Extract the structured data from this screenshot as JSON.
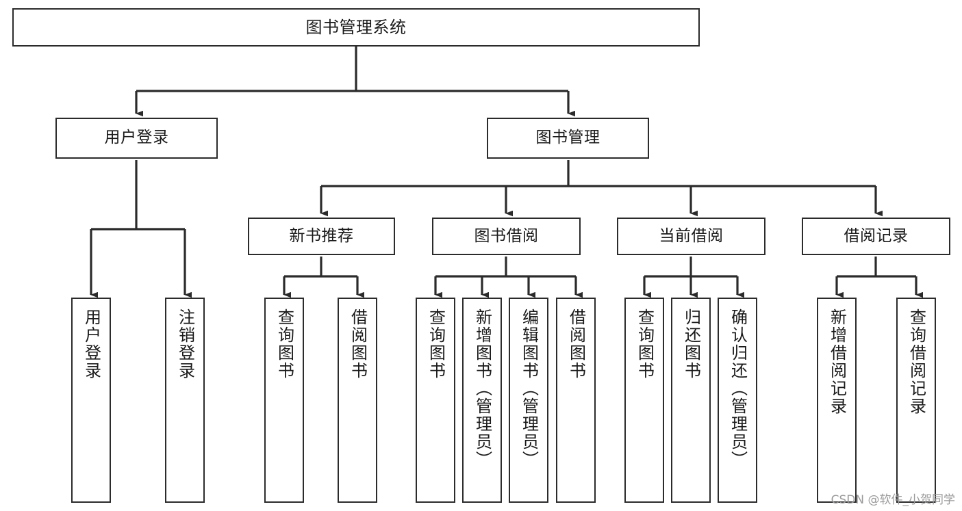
{
  "diagram": {
    "title": "图书管理系统",
    "type": "tree",
    "orientation": "top-down",
    "colors": {
      "border": "#2b2b2b",
      "fill": "#ffffff",
      "text": "#1a1a1a",
      "edge": "#2b2b2b",
      "watermark": "#9a9a9a"
    },
    "nodes": {
      "root": {
        "label": "图书管理系统",
        "level": 1
      },
      "level2": [
        {
          "id": "user-login",
          "label": "用户登录",
          "level": 2
        },
        {
          "id": "book-management",
          "label": "图书管理",
          "level": 2
        }
      ],
      "level3": [
        {
          "id": "new-book-recommend",
          "label": "新书推荐",
          "level": 3,
          "parent": "book-management"
        },
        {
          "id": "book-borrow",
          "label": "图书借阅",
          "level": 3,
          "parent": "book-management"
        },
        {
          "id": "current-borrow",
          "label": "当前借阅",
          "level": 3,
          "parent": "book-management"
        },
        {
          "id": "borrow-record",
          "label": "借阅记录",
          "level": 3,
          "parent": "book-management"
        }
      ],
      "leaves": [
        {
          "id": "leaf-user-login",
          "label": "用户登录",
          "parent": "user-login"
        },
        {
          "id": "leaf-user-logout",
          "label": "注销登录",
          "parent": "user-login"
        },
        {
          "id": "leaf-query-book-1",
          "label": "查询图书",
          "parent": "new-book-recommend"
        },
        {
          "id": "leaf-borrow-book-1",
          "label": "借阅图书",
          "parent": "new-book-recommend"
        },
        {
          "id": "leaf-query-book-2",
          "label": "查询图书",
          "parent": "book-borrow"
        },
        {
          "id": "leaf-add-book",
          "label": "新增图书（管理员）",
          "parent": "book-borrow"
        },
        {
          "id": "leaf-edit-book",
          "label": "编辑图书（管理员）",
          "parent": "book-borrow"
        },
        {
          "id": "leaf-borrow-book-2",
          "label": "借阅图书",
          "parent": "book-borrow"
        },
        {
          "id": "leaf-query-book-3",
          "label": "查询图书",
          "parent": "current-borrow"
        },
        {
          "id": "leaf-return-book",
          "label": "归还图书",
          "parent": "current-borrow"
        },
        {
          "id": "leaf-confirm-return",
          "label": "确认归还（管理员）",
          "parent": "current-borrow"
        },
        {
          "id": "leaf-add-record",
          "label": "新增借阅记录",
          "parent": "borrow-record"
        },
        {
          "id": "leaf-query-record",
          "label": "查询借阅记录",
          "parent": "borrow-record"
        }
      ]
    }
  },
  "watermark": {
    "text": "CSDN @软件_小贺同学"
  }
}
